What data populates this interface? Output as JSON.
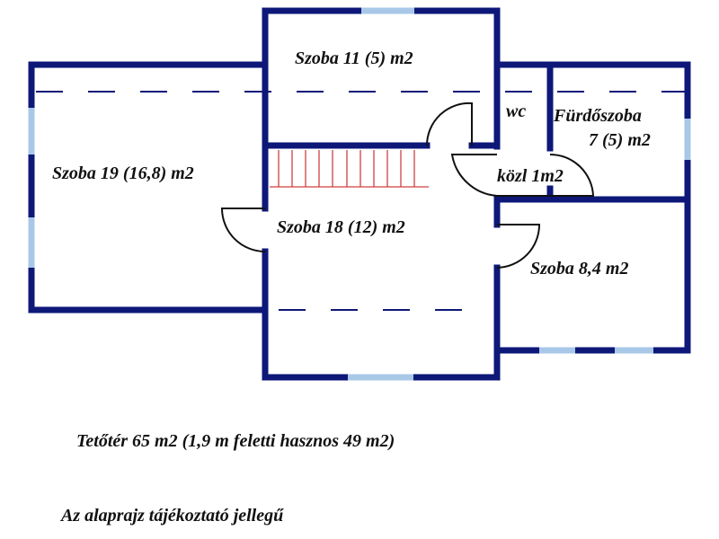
{
  "colors": {
    "wall": "#0d1878",
    "window": "#a9c8e8",
    "stairs": "#d04040",
    "door": "#111111"
  },
  "rooms": [
    {
      "label": "Szoba 11 (5) m2"
    },
    {
      "label": "Szoba 19 (16,8) m2"
    },
    {
      "label": "Szoba 18 (12) m2"
    },
    {
      "label": "wc"
    },
    {
      "label": "Fürdőszoba"
    },
    {
      "label": "7 (5) m2"
    },
    {
      "label": "közl 1m2"
    },
    {
      "label": "Szoba 8,4 m2"
    }
  ],
  "notes": {
    "area": "Tetőtér 65 m2 (1,9 m feletti hasznos 49 m2)",
    "disclaimer": "Az alaprajz tájékoztató jellegű"
  }
}
